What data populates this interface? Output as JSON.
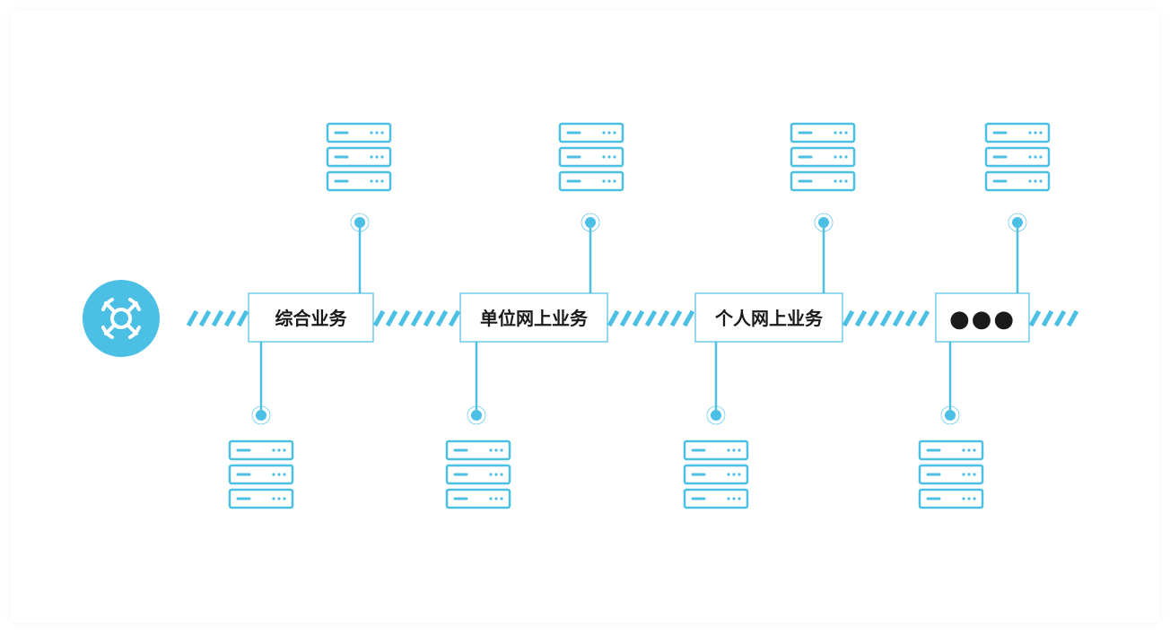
{
  "colors": {
    "accent": "#4cbfe5",
    "text": "#1a1a1a",
    "box_border": "#4cbfe5",
    "box_fill": "#ffffff"
  },
  "hub": {
    "icon": "hub-node-icon"
  },
  "nodes": [
    {
      "label": "综合业务"
    },
    {
      "label": "单位网上业务"
    },
    {
      "label": "个人网上业务"
    },
    {
      "label": "●●●"
    }
  ]
}
